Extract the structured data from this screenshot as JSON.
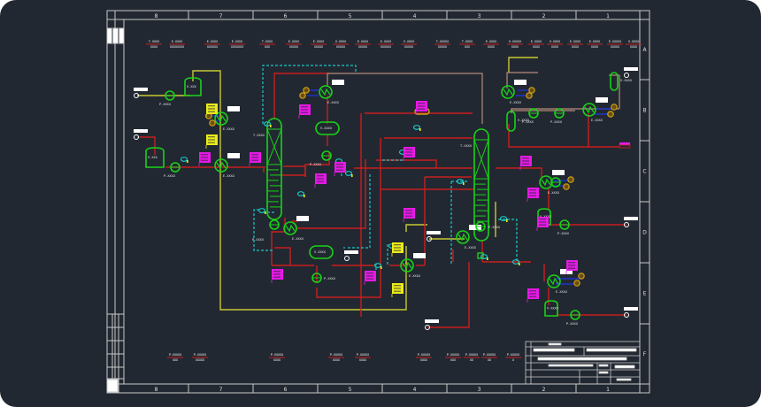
{
  "drawing": {
    "title": "Process flow diagram (P&ID sheet)",
    "column_markers": [
      "8",
      "7",
      "6",
      "5",
      "4",
      "3",
      "2",
      "1"
    ],
    "row_markers": [
      "A",
      "B",
      "C",
      "D",
      "E",
      "F"
    ],
    "colors": {
      "background": "#222831",
      "frame": "#d0d0d0",
      "process_line": "#c81e1e",
      "utility_line": "#c8c832",
      "instrument_line": "#19c8c8",
      "equipment": "#19d219",
      "cooling_line": "#1e32c8",
      "tag_box_magenta": "#e619e6",
      "tag_box_yellow": "#ebeb19",
      "valve_orange": "#d2a019"
    },
    "top_labels": [
      {
        "code": "T-XXXX",
        "desc": "XXXX"
      },
      {
        "code": "E-XXXX",
        "desc": "XXXXXXXX"
      },
      {
        "code": "E-XXXX",
        "desc": "XXXXXX"
      },
      {
        "code": "E-XXXX",
        "desc": "XXXXXXX"
      },
      {
        "code": "T-XXXX",
        "desc": "XXX"
      },
      {
        "code": "E-XXXX",
        "desc": "XXXXX"
      },
      {
        "code": "E-XXXX",
        "desc": "XXXXX"
      },
      {
        "code": "V-XXXX",
        "desc": "XXXXX"
      },
      {
        "code": "E-XXXX",
        "desc": "XXXXX"
      },
      {
        "code": "E-XXXX",
        "desc": "XXXXXX"
      },
      {
        "code": "V-XXXX",
        "desc": "XXXXX"
      },
      {
        "code": "T-XXXXX",
        "desc": "XXXXX"
      },
      {
        "code": "T-XXXX",
        "desc": "XXX"
      },
      {
        "code": "E-XXXX",
        "desc": "XXXX"
      },
      {
        "code": "V-XXXXX",
        "desc": "XXXX"
      },
      {
        "code": "E-XXXX",
        "desc": "XXXX"
      },
      {
        "code": "V-XXXX",
        "desc": "XXXX"
      },
      {
        "code": "E-XXXX",
        "desc": "XXXX"
      },
      {
        "code": "E-XXXX",
        "desc": "XXXX"
      },
      {
        "code": "E-XXXXX",
        "desc": "XXXXX"
      },
      {
        "code": "V-XXXX",
        "desc": "XXXX"
      }
    ],
    "bottom_labels": [
      {
        "code": "P-XXXXX",
        "desc": "XXX"
      },
      {
        "code": "P-XXXXX",
        "desc": "XXXXX"
      },
      {
        "code": "P-XXXXX",
        "desc": "XXXX"
      },
      {
        "code": "P-XXXXX",
        "desc": "XXXX"
      },
      {
        "code": "P-XXXXX",
        "desc": "XXXX"
      },
      {
        "code": "P-XXXXX",
        "desc": "XXXX"
      },
      {
        "code": "P-XXXXX",
        "desc": "XXX"
      },
      {
        "code": "P-XXXXX",
        "desc": "XX"
      },
      {
        "code": "P-XXXXX",
        "desc": "XX"
      },
      {
        "code": "P-XXXXX",
        "desc": "X"
      }
    ],
    "equipment_tags": {
      "v1": "V-XXX",
      "v2": "V-XXX",
      "t1": "T-XXXX",
      "t2": "T-XXXX",
      "e1": "E-XXXX",
      "e2": "E-XXXX",
      "e3": "E-XXXX",
      "e4": "E-XXXX",
      "e5": "E-XXXX",
      "e6": "E-XXXX",
      "e7": "E-XXXX",
      "e8": "E-XXXX",
      "e9": "E-XXXX",
      "p1": "P-XXXX",
      "p2": "P-XXXX",
      "p3": "P-XXXX",
      "p4": "P-XXXX",
      "p5": "P-XXXX",
      "p6": "P-XXXX",
      "p7": "P-XXXX",
      "p8": "P-XXXX",
      "p9": "P-XXXX",
      "p10": "P-XXXX",
      "p11": "P-XXXX",
      "d1": "V-XXXX",
      "d2": "V-XXXX",
      "d3": "V-XXXX",
      "d4": "V-XXXX",
      "d5": "V-XXXX",
      "d6": "V-XXXX"
    }
  }
}
